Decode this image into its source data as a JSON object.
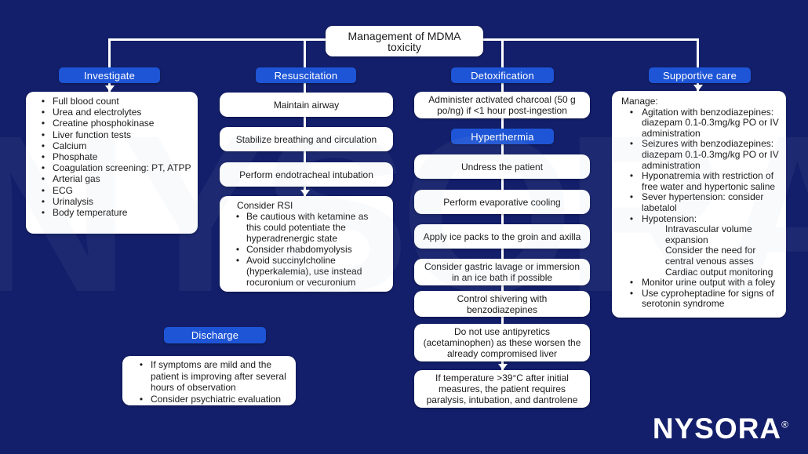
{
  "title": "Management of MDMA toxicity",
  "glyphs": {
    "bullet": "•"
  },
  "colors": {
    "background": "#131f6a",
    "pill_blue": "#1e55d6",
    "box_white": "#ffffff",
    "line_white": "#ffffff",
    "text_dark": "#1a1a1a"
  },
  "investigate": {
    "header": "Investigate",
    "items": [
      "Full blood count",
      "Urea and electrolytes",
      "Creatine phosphokinase",
      "Liver function tests",
      "Calcium",
      "Phosphate",
      "Coagulation screening: PT, ATPP",
      "Arterial gas",
      "ECG",
      "Urinalysis",
      "Body temperature"
    ]
  },
  "resuscitation": {
    "header": "Resuscitation",
    "steps": [
      "Maintain airway",
      "Stabilize breathing and circulation",
      "Perform endotracheal intubation"
    ],
    "rsi_title": "Consider RSI",
    "rsi_items": [
      "Be cautious with ketamine as this could potentiate the hyperadrenergic state",
      "Consider rhabdomyolysis",
      "Avoid succinylcholine (hyperkalemia), use instead rocuronium or vecuronium"
    ]
  },
  "detoxification": {
    "header": "Detoxification",
    "charcoal": "Administer activated charcoal (50 g po/ng) if <1 hour post-ingestion",
    "hyperthermia_header": "Hyperthermia",
    "steps": [
      "Undress the patient",
      "Perform evaporative cooling",
      "Apply ice packs to the groin and axilla",
      "Consider gastric lavage or immersion in an ice bath if possible",
      "Control shivering with benzodiazepines",
      "Do not use antipyretics (acetaminophen) as these worsen the already compromised liver",
      "If temperature >39°C after initial measures, the patient requires paralysis, intubation, and dantrolene"
    ]
  },
  "supportive": {
    "header": "Supportive care",
    "intro": "Manage:",
    "items": [
      {
        "bullet": true,
        "text": "Agitation with benzodiazepines: diazepam 0.1-0.3mg/kg PO or IV administration"
      },
      {
        "bullet": true,
        "text": "Seizures with benzodiazepines: diazepam 0.1-0.3mg/kg PO or IV administration"
      },
      {
        "bullet": true,
        "text": "Hyponatremia with restriction of free water and hypertonic saline"
      },
      {
        "bullet": true,
        "text": "Sever hypertension: consider labetalol"
      },
      {
        "bullet": true,
        "text": "Hypotension:"
      },
      {
        "bullet": false,
        "text": "Intravascular volume expansion"
      },
      {
        "bullet": false,
        "text": "Consider the need for central venous asses"
      },
      {
        "bullet": false,
        "text": "Cardiac output monitoring"
      },
      {
        "bullet": true,
        "text": "Monitor urine output with a foley"
      },
      {
        "bullet": true,
        "text": "Use cyproheptadine for signs of serotonin syndrome"
      }
    ]
  },
  "discharge": {
    "header": "Discharge",
    "items": [
      "If symptoms are mild and the patient is improving after several hours of observation",
      "Consider psychiatric evaluation"
    ]
  },
  "brand": {
    "logo_text": "NYSORA",
    "registered_mark": "®",
    "watermark_text": "NYSORA"
  }
}
